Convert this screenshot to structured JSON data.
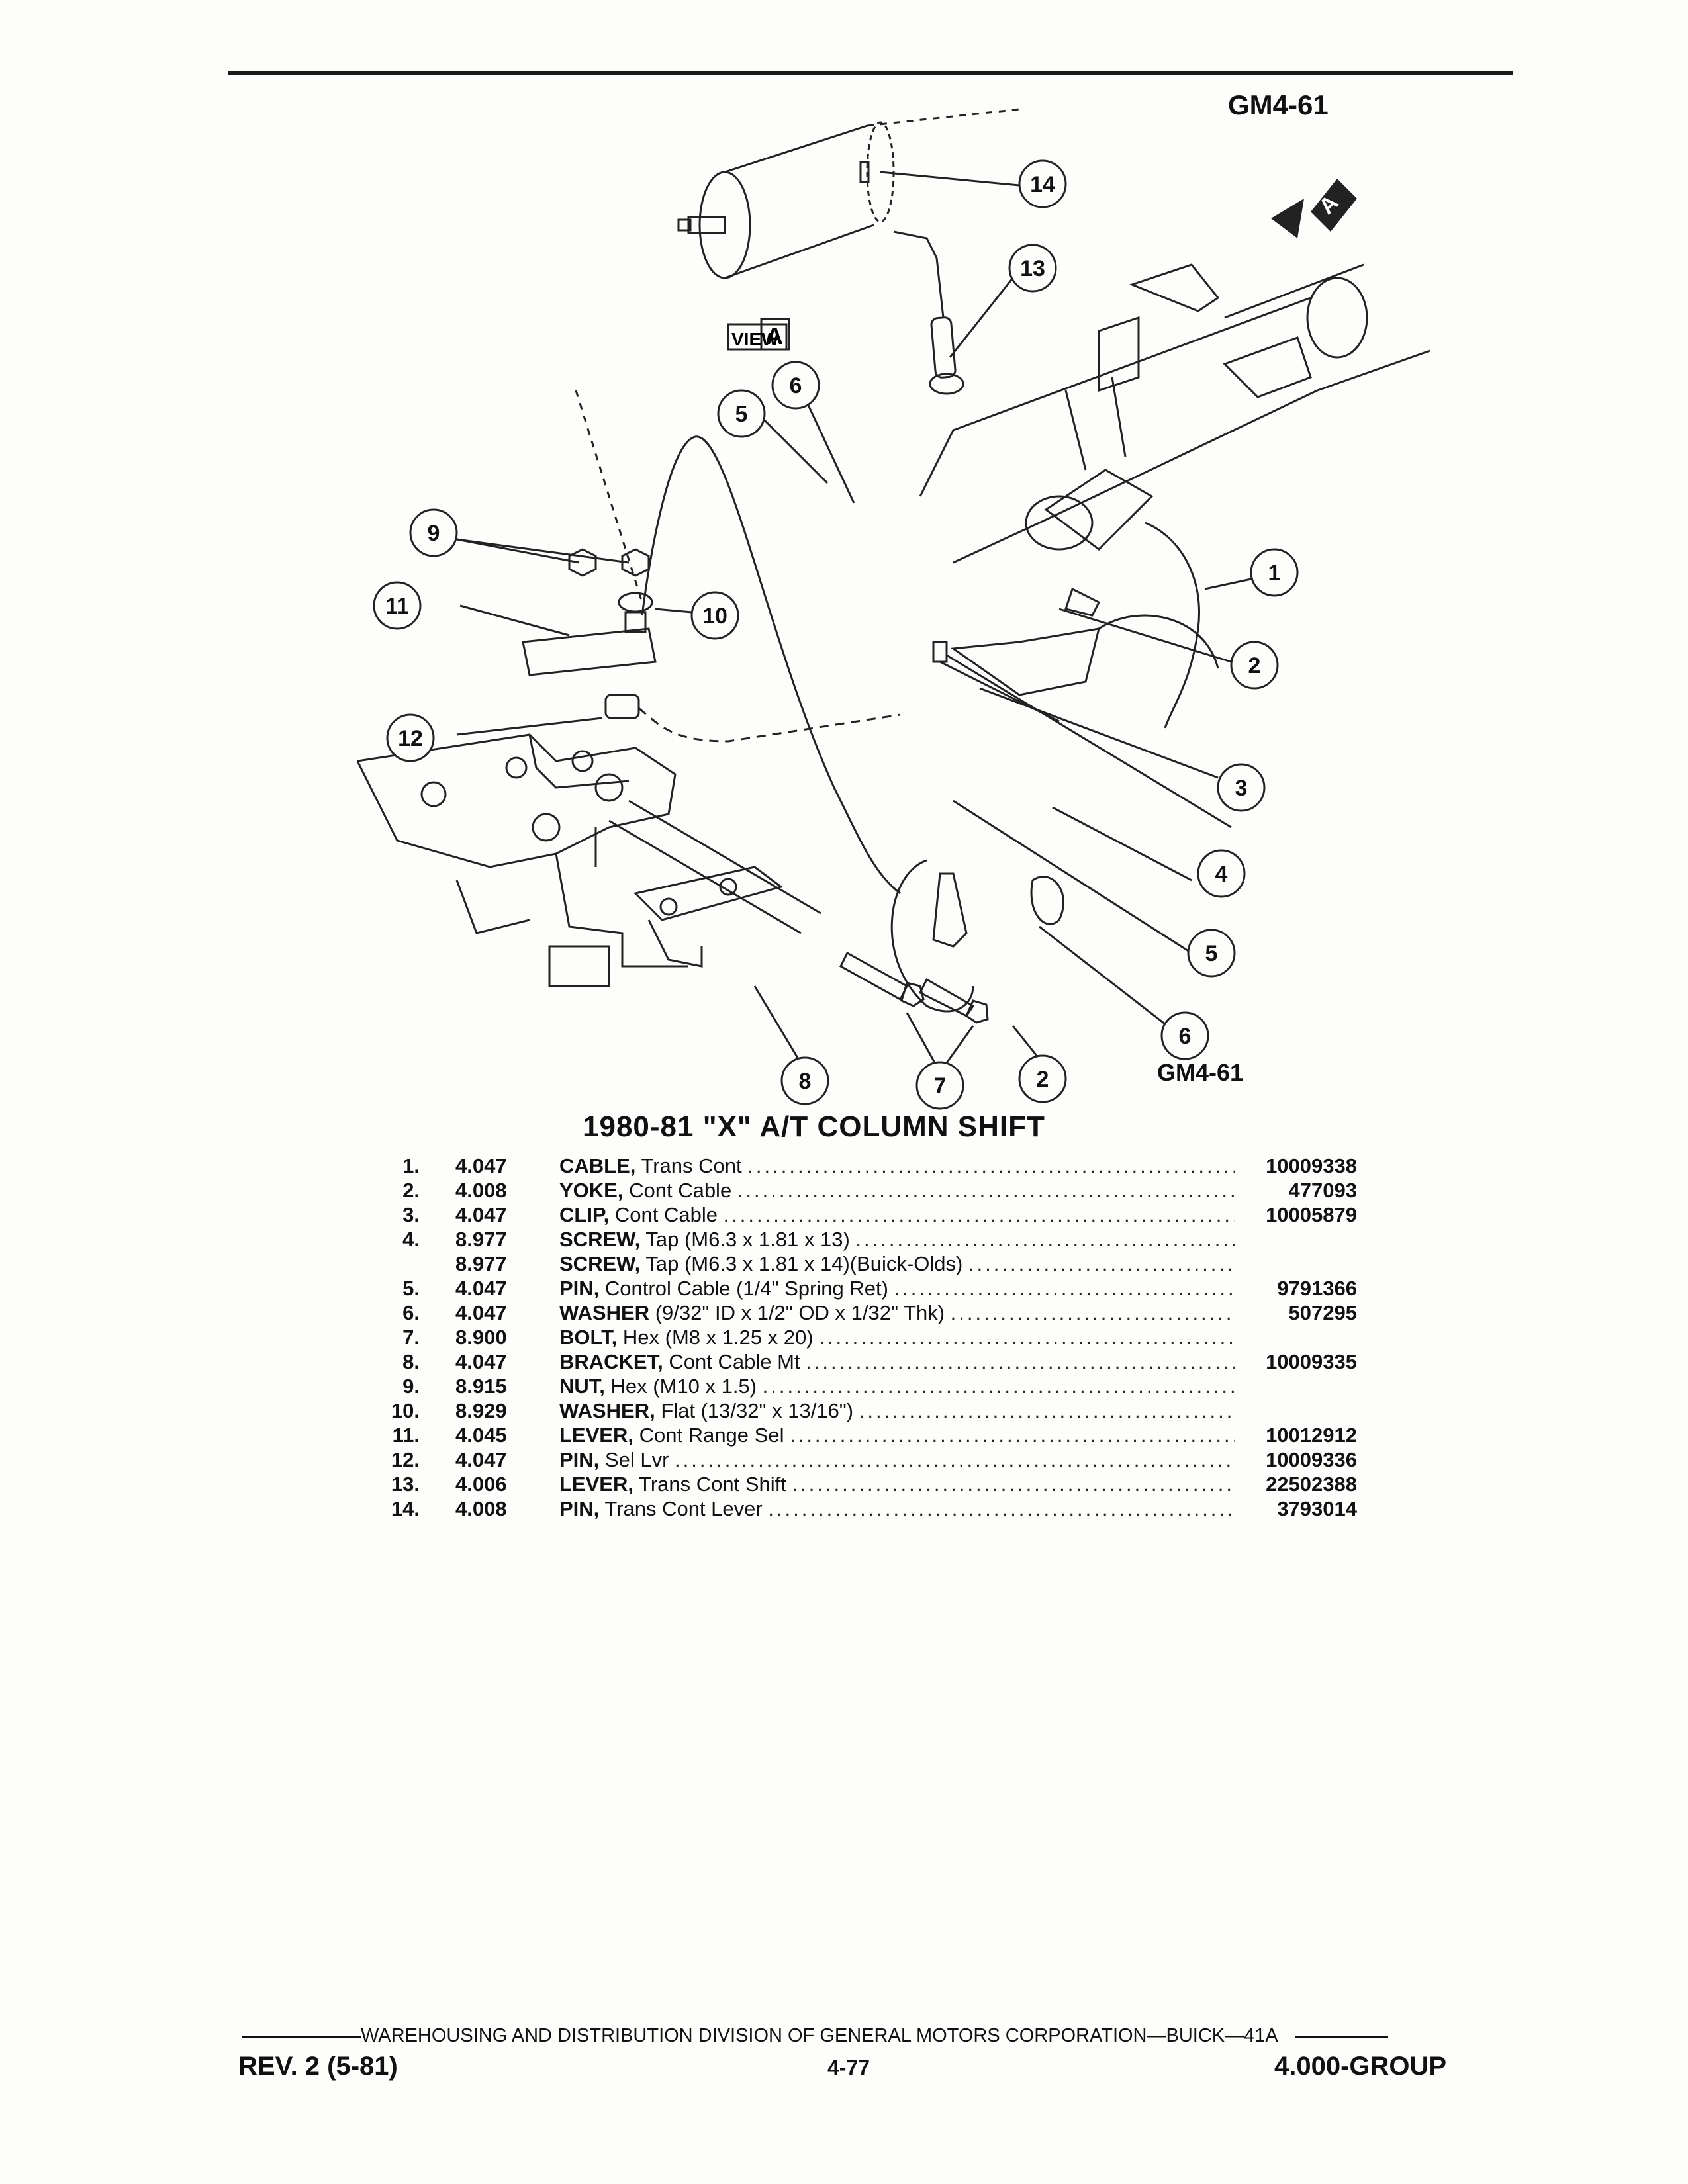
{
  "figure": {
    "id_top": "GM4-61",
    "id_bottom": "GM4-61",
    "view_label": "VIEW",
    "view_letter": "A",
    "arrow_letter": "A",
    "callouts": [
      "1",
      "2",
      "3",
      "4",
      "5",
      "6",
      "7",
      "8",
      "9",
      "10",
      "11",
      "12",
      "13",
      "14"
    ]
  },
  "title": "1980-81 \"X\" A/T COLUMN SHIFT",
  "parts": [
    {
      "num": "1.",
      "group": "4.047",
      "name": "CABLE,",
      "desc": "Trans Cont",
      "part_no": "10009338"
    },
    {
      "num": "2.",
      "group": "4.008",
      "name": "YOKE,",
      "desc": "Cont Cable",
      "part_no": "477093"
    },
    {
      "num": "3.",
      "group": "4.047",
      "name": "CLIP,",
      "desc": "Cont Cable",
      "part_no": "10005879"
    },
    {
      "num": "4.",
      "group": "8.977",
      "name": "SCREW,",
      "desc": "Tap (M6.3 x 1.81 x 13)",
      "part_no": ""
    },
    {
      "num": "",
      "group": "8.977",
      "name": "SCREW,",
      "desc": "Tap (M6.3 x 1.81 x 14)(Buick-Olds)",
      "part_no": ""
    },
    {
      "num": "5.",
      "group": "4.047",
      "name": "PIN,",
      "desc": "Control Cable (1/4\" Spring Ret)",
      "part_no": "9791366"
    },
    {
      "num": "6.",
      "group": "4.047",
      "name": "WASHER",
      "desc": "(9/32\" ID x 1/2\" OD x 1/32\" Thk)",
      "part_no": "507295"
    },
    {
      "num": "7.",
      "group": "8.900",
      "name": "BOLT,",
      "desc": "Hex (M8 x 1.25 x 20)",
      "part_no": ""
    },
    {
      "num": "8.",
      "group": "4.047",
      "name": "BRACKET,",
      "desc": "Cont Cable Mt",
      "part_no": "10009335"
    },
    {
      "num": "9.",
      "group": "8.915",
      "name": "NUT,",
      "desc": "Hex (M10 x 1.5)",
      "part_no": ""
    },
    {
      "num": "10.",
      "group": "8.929",
      "name": "WASHER,",
      "desc": "Flat (13/32\" x 13/16\")",
      "part_no": ""
    },
    {
      "num": "11.",
      "group": "4.045",
      "name": "LEVER,",
      "desc": "Cont Range Sel",
      "part_no": "10012912"
    },
    {
      "num": "12.",
      "group": "4.047",
      "name": "PIN,",
      "desc": "Sel Lvr",
      "part_no": "10009336"
    },
    {
      "num": "13.",
      "group": "4.006",
      "name": "LEVER,",
      "desc": "Trans Cont Shift",
      "part_no": "22502388"
    },
    {
      "num": "14.",
      "group": "4.008",
      "name": "PIN,",
      "desc": "Trans Cont Lever",
      "part_no": "3793014"
    }
  ],
  "footer": {
    "division": "WAREHOUSING AND DISTRIBUTION DIVISION OF GENERAL MOTORS CORPORATION—BUICK—41A",
    "revision": "REV. 2 (5-81)",
    "page": "4-77",
    "group": "4.000-GROUP"
  }
}
